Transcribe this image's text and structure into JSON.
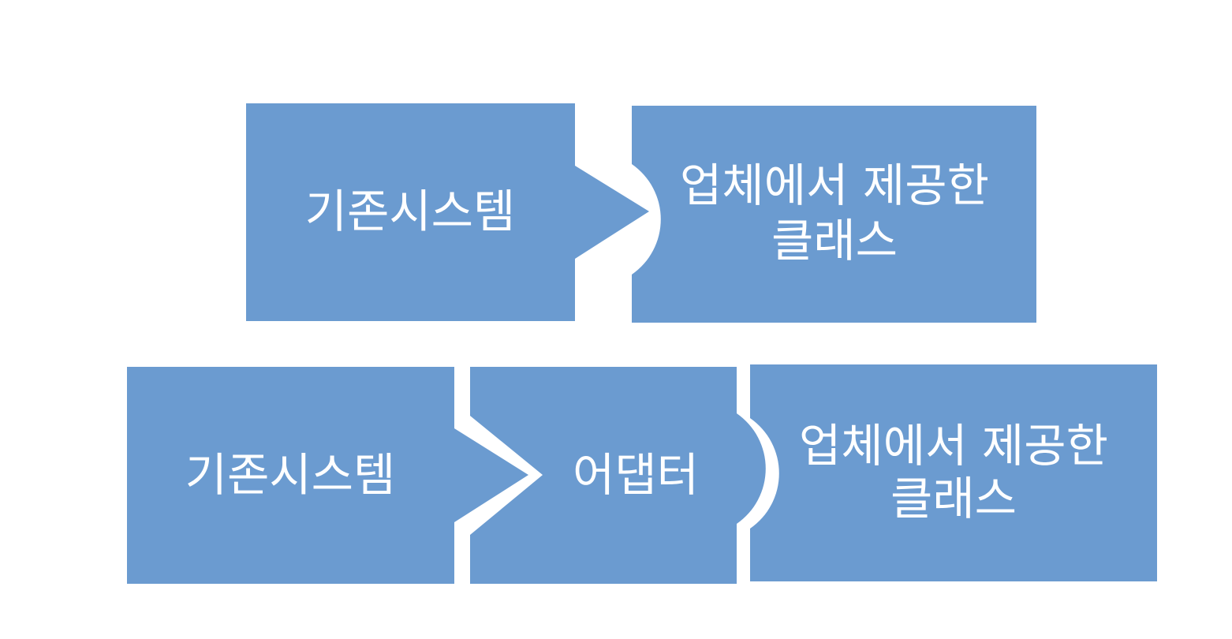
{
  "diagram": {
    "fill_color": "#6B9BD0",
    "text_color": "#FFFFFF",
    "background_color": "#FFFFFF",
    "rows": [
      {
        "blocks": [
          {
            "label": "기존시스템"
          },
          {
            "label_line1": "업체에서 제공한",
            "label_line2": "클래스"
          }
        ]
      },
      {
        "blocks": [
          {
            "label": "기존시스템"
          },
          {
            "label": "어댑터"
          },
          {
            "label_line1": "업체에서 제공한",
            "label_line2": "클래스"
          }
        ]
      }
    ]
  }
}
